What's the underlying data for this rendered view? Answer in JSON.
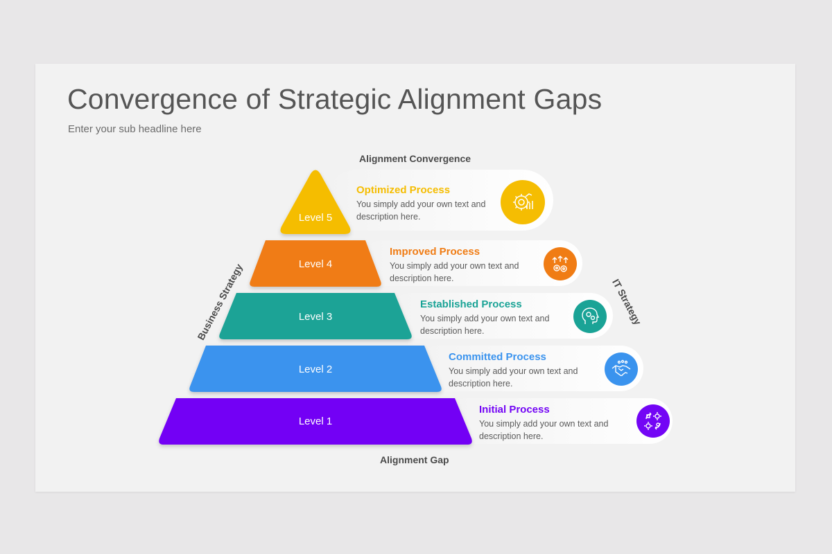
{
  "header": {
    "title": "Convergence of Strategic Alignment Gaps",
    "subtitle": "Enter your sub headline here"
  },
  "axes": {
    "top": "Alignment Convergence",
    "bottom": "Alignment Gap",
    "left": "Business Strategy",
    "right": "IT Strategy"
  },
  "levels": [
    {
      "label": "Level 5",
      "title": "Optimized Process",
      "desc": "You simply add your own text and description here.",
      "color": "#f5bd02",
      "icon": "gear-chart-icon"
    },
    {
      "label": "Level 4",
      "title": "Improved Process",
      "desc": "You simply add your own text and description here.",
      "color": "#f07c14",
      "icon": "gears-growth-icon"
    },
    {
      "label": "Level 3",
      "title": "Established Process",
      "desc": "You simply add your own text and description here.",
      "color": "#1aa396",
      "icon": "head-gears-icon"
    },
    {
      "label": "Level 2",
      "title": "Committed Process",
      "desc": "You simply add your own text and description here.",
      "color": "#3a93ee",
      "icon": "handshake-icon"
    },
    {
      "label": "Level 1",
      "title": "Initial Process",
      "desc": "You simply add your own text and description here.",
      "color": "#7305f5",
      "icon": "process-cycle-icon"
    }
  ]
}
